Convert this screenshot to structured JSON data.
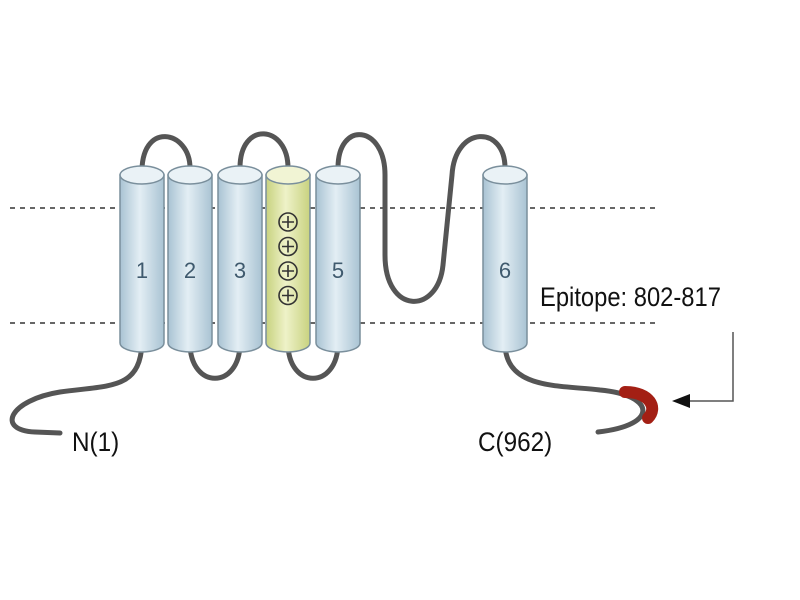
{
  "helices": [
    {
      "label": "1",
      "color": "#c8dbe6"
    },
    {
      "label": "2",
      "color": "#c8dbe6"
    },
    {
      "label": "3",
      "color": "#c8dbe6"
    },
    {
      "label": "",
      "color": "#dfe6a8",
      "charged": true,
      "charge_count": 4
    },
    {
      "label": "5",
      "color": "#c8dbe6"
    },
    {
      "label": "6",
      "color": "#c8dbe6"
    }
  ],
  "n_terminus": "N(1)",
  "c_terminus": "C(962)",
  "epitope": {
    "label": "Epitope: 802-817",
    "color": "#a31f14"
  },
  "colors": {
    "loop": "#555555",
    "membrane_line": "#666666",
    "helix_stroke": "#7a8f9c"
  }
}
